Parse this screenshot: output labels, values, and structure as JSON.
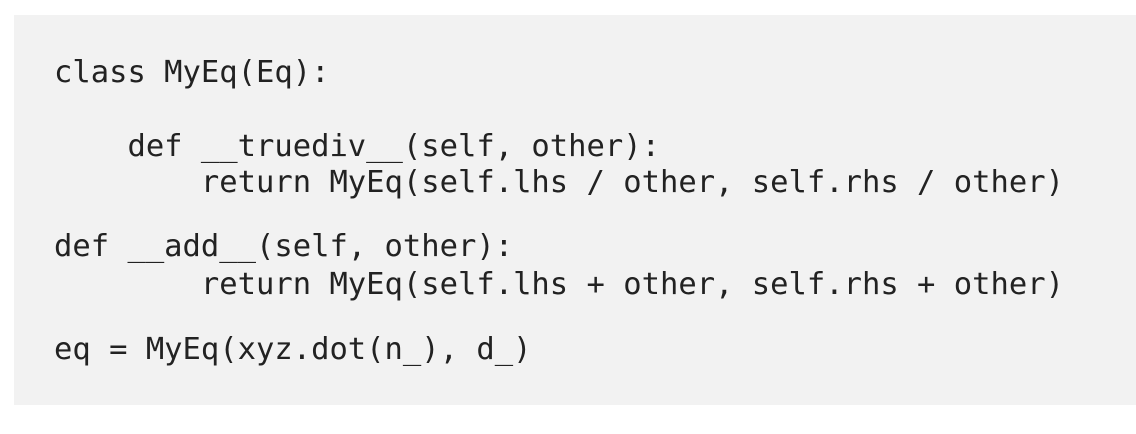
{
  "code": {
    "lines": [
      "class MyEq(Eq):",
      "    def __truediv__(self, other):",
      "        return MyEq(self.lhs / other, self.rhs / other)",
      "def __add__(self, other):",
      "        return MyEq(self.lhs + other, self.rhs + other)",
      "eq = MyEq(xyz.dot(n_), d_)"
    ]
  },
  "colors": {
    "background": "#f2f2f2",
    "text": "#222222"
  }
}
